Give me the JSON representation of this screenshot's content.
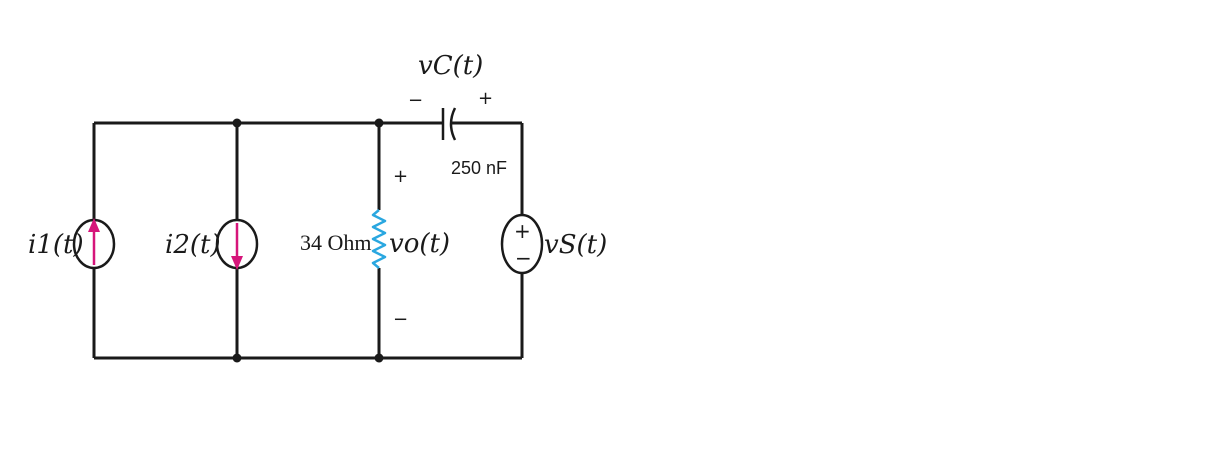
{
  "diagram": {
    "sources": {
      "i1": {
        "label": "i1(t)",
        "type": "current",
        "direction": "up",
        "arrow_color": "#d6157a"
      },
      "i2": {
        "label": "i2(t)",
        "type": "current",
        "direction": "down",
        "arrow_color": "#d6157a"
      },
      "vs": {
        "label": "vS(t)",
        "type": "voltage",
        "plus": "+",
        "minus": "−"
      }
    },
    "resistor": {
      "value": "34 Ohm",
      "color": "#2aa7e0"
    },
    "output_voltage": {
      "label": "vo(t)",
      "plus": "+",
      "minus": "−"
    },
    "capacitor": {
      "label": "vC(t)",
      "value": "250 nF",
      "plus": "+",
      "minus": "−"
    },
    "wire_color": "#1a1a1a"
  }
}
